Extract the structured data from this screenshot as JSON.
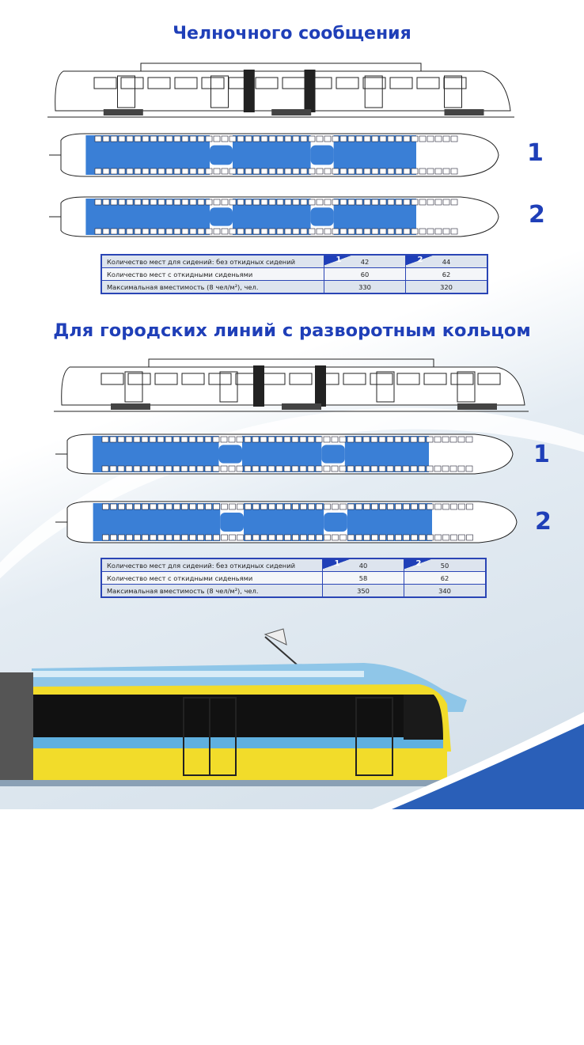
{
  "section_shuttle": {
    "title": "Челночного сообщения",
    "variant_labels": [
      "1",
      "2"
    ],
    "table": {
      "rows": [
        {
          "label": "Количество мест для сидений: без откидных сидений",
          "v1": "42",
          "v2": "44"
        },
        {
          "label": "Количество мест с откидными сиденьями",
          "v1": "60",
          "v2": "62"
        },
        {
          "label": "Максимальная вместимость (8 чел/м²), чел.",
          "v1": "330",
          "v2": "320"
        }
      ]
    }
  },
  "section_loop": {
    "title": "Для городских линий с разворотным кольцом",
    "variant_labels": [
      "1",
      "2"
    ],
    "table": {
      "rows": [
        {
          "label": "Количество мест для сидений: без откидных сидений",
          "v1": "40",
          "v2": "50"
        },
        {
          "label": "Количество мест с откидными сиденьями",
          "v1": "58",
          "v2": "62"
        },
        {
          "label": "Максимальная вместимость (8 чел/м²), чел.",
          "v1": "350",
          "v2": "340"
        }
      ]
    }
  },
  "colors": {
    "accent": "#1f3fb8",
    "plan_fill": "#3a7fd6",
    "tram_yellow": "#f2dc2a",
    "tram_blue": "#5fb0e0"
  }
}
